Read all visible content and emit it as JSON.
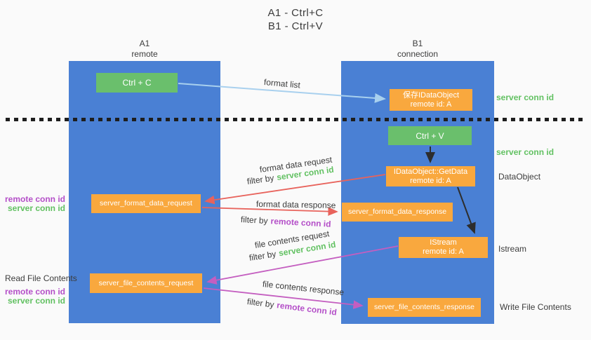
{
  "title": {
    "line1": "A1 - Ctrl+C",
    "line2": "B1 - Ctrl+V"
  },
  "lanes": {
    "a": {
      "id": "A1",
      "label": "remote"
    },
    "b": {
      "id": "B1",
      "label": "connection"
    }
  },
  "nodes": {
    "ctrl_c": "Ctrl + C",
    "ctrl_v": "Ctrl + V",
    "save_dataobject": {
      "line1": "保存IDataObject",
      "line2": "remote id: A"
    },
    "getdata": {
      "line1": "IDataObject::GetData",
      "line2": "remote id: A"
    },
    "istream": {
      "line1": "IStream",
      "line2": "remote id: A"
    },
    "format_data_request": "server_format_data_request",
    "format_data_response": "server_format_data_response",
    "file_contents_request": "server_file_contents_request",
    "file_contents_response": "server_file_contents_response"
  },
  "edge_labels": {
    "format_list": "format list",
    "format_data_request": "format data request",
    "format_data_response": "format data response",
    "file_contents_request": "file contents request",
    "file_contents_response": "file contents response",
    "filter_by": "filter by",
    "server_conn_id": "server conn id",
    "remote_conn_id": "remote conn id"
  },
  "annotations": {
    "left": {
      "remote_conn_id": "remote conn id",
      "server_conn_id": "server conn id",
      "read_file_contents": "Read File Contents"
    },
    "right": {
      "server_conn_id": "server conn id",
      "dataobject": "DataObject",
      "istream": "Istream",
      "write_file_contents": "Write File Contents"
    }
  },
  "colors": {
    "background": "#fafafa",
    "column_blue": "#4a80d4",
    "box_green": "#6abf6c",
    "box_orange": "#f9a83e",
    "text_green": "#62c162",
    "text_purple": "#b44fc8",
    "text_dark": "#3c3c3c",
    "arrow_blue": "#a8d0ee",
    "arrow_red": "#e8635c",
    "arrow_magenta": "#c45ec0",
    "arrow_black": "#2d2d2d"
  }
}
